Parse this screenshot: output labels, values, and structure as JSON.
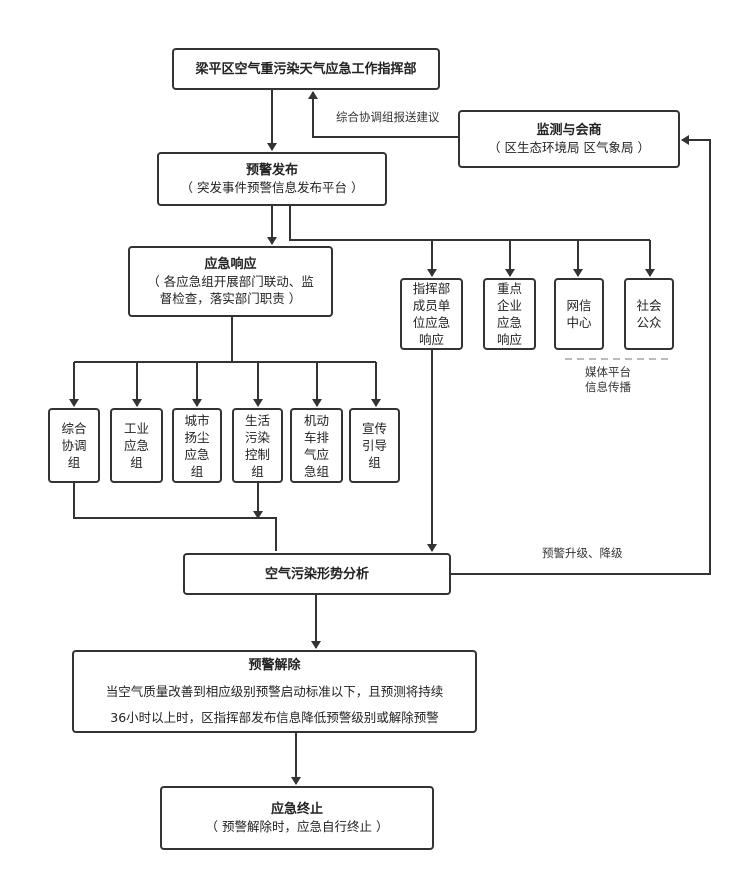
{
  "command": {
    "title": "梁平区空气重污染天气应急工作指挥部"
  },
  "monitoring": {
    "title": "监测与会商",
    "sub": "（ 区生态环境局 区气象局 ）"
  },
  "report_label": "综合协调组报送建议",
  "warning_release": {
    "title": "预警发布",
    "sub": "（ 突发事件预警信息发布平台 ）"
  },
  "emergency_response": {
    "title": "应急响应",
    "sub_lines": [
      "（ 各应急组开展部门联动、监",
      "督检查，落实部门职责 ）"
    ]
  },
  "right_units": [
    {
      "lines": [
        "指挥部",
        "成员单",
        "位应急",
        "响应"
      ]
    },
    {
      "lines": [
        "重点",
        "企业",
        "应急",
        "响应"
      ]
    },
    {
      "lines": [
        "网信",
        "中心"
      ]
    },
    {
      "lines": [
        "社会",
        "公众"
      ]
    }
  ],
  "media_label": [
    "媒体平台",
    "信息传播"
  ],
  "groups": [
    {
      "lines": [
        "综合",
        "协调",
        "组"
      ]
    },
    {
      "lines": [
        "工业",
        "应急",
        "组"
      ]
    },
    {
      "lines": [
        "城市",
        "扬尘",
        "应急",
        "组"
      ]
    },
    {
      "lines": [
        "生活",
        "污染",
        "控制",
        "组"
      ]
    },
    {
      "lines": [
        "机动",
        "车排",
        "气应",
        "急组"
      ]
    },
    {
      "lines": [
        "宣传",
        "引导",
        "组"
      ]
    }
  ],
  "analysis": {
    "title": "空气污染形势分析"
  },
  "escalate_label": "预警升级、降级",
  "warning_lift": {
    "title": "预警解除",
    "lines": [
      "当空气质量改善到相应级别预警启动标准以下，且预测将持续",
      "36小时以上时，区指挥部发布信息降低预警级别或解除预警"
    ]
  },
  "termination": {
    "title": "应急终止",
    "sub": "（ 预警解除时，应急自行终止 ）"
  }
}
